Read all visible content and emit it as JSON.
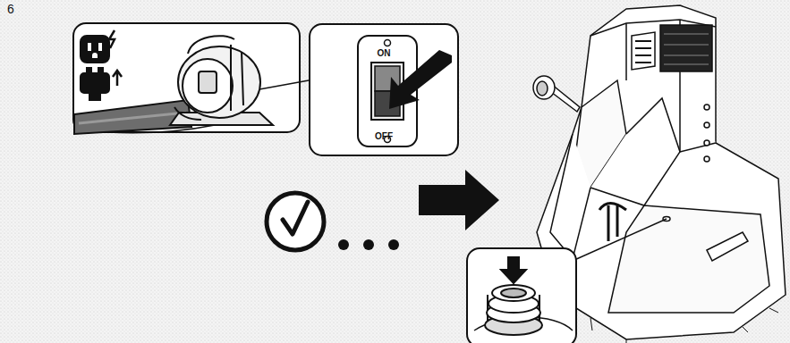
{
  "diagram": {
    "nodes": [
      {
        "text": [
          "ON",
          "OFF"
        ]
      }
    ],
    "labels": [
      "6"
    ]
  }
}
